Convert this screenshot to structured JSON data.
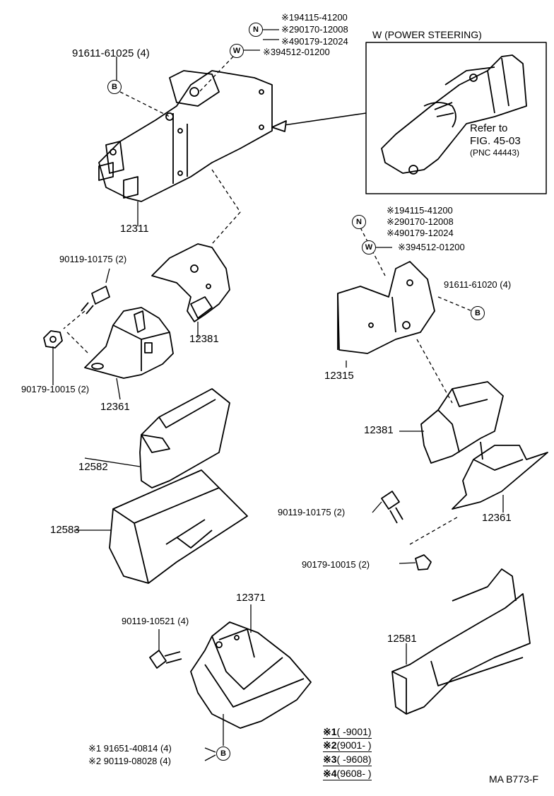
{
  "inset": {
    "title": "W (POWER STEERING)",
    "refer_line1": "Refer to",
    "refer_line2": "FIG. 45-03",
    "refer_line3": "(PNC 44443)"
  },
  "top_group": {
    "note1": "※194115-41200",
    "note2": "※290170-12008",
    "note3": "※490179-12024",
    "note4": "※394512-01200",
    "circle_n": "N",
    "circle_w": "W"
  },
  "right_group": {
    "note1": "※194115-41200",
    "note2": "※290170-12008",
    "note3": "※490179-12024",
    "note4": "※394512-01200",
    "circle_n": "N",
    "circle_w": "W"
  },
  "labels": {
    "p91611_61025": "91611-61025 (4)",
    "p12311": "12311",
    "p90119_10175_left": "90119-10175 (2)",
    "p12381_left": "12381",
    "p90179_10015_left": "90179-10015 (2)",
    "p12361_left": "12361",
    "p12582": "12582",
    "p12583": "12583",
    "p91611_61020": "91611-61020 (4)",
    "p12315": "12315",
    "p12381_right": "12381",
    "p90119_10175_right": "90119-10175 (2)",
    "p12361_right": "12361",
    "p90179_10015_right": "90179-10015 (2)",
    "p12371": "12371",
    "p90119_10521": "90119-10521 (4)",
    "p12581": "12581",
    "p91651": "※1  91651-40814 (4)",
    "p90119_08028": "※2  90119-08028 (4)",
    "circle_b": "B"
  },
  "legend": [
    {
      "mark": "※1",
      "range": "(          -9001)"
    },
    {
      "mark": "※2",
      "range": "(9001-          )"
    },
    {
      "mark": "※3",
      "range": "(          -9608)"
    },
    {
      "mark": "※4",
      "range": "(9608-          )"
    }
  ],
  "figure_code": "MA B773-F"
}
